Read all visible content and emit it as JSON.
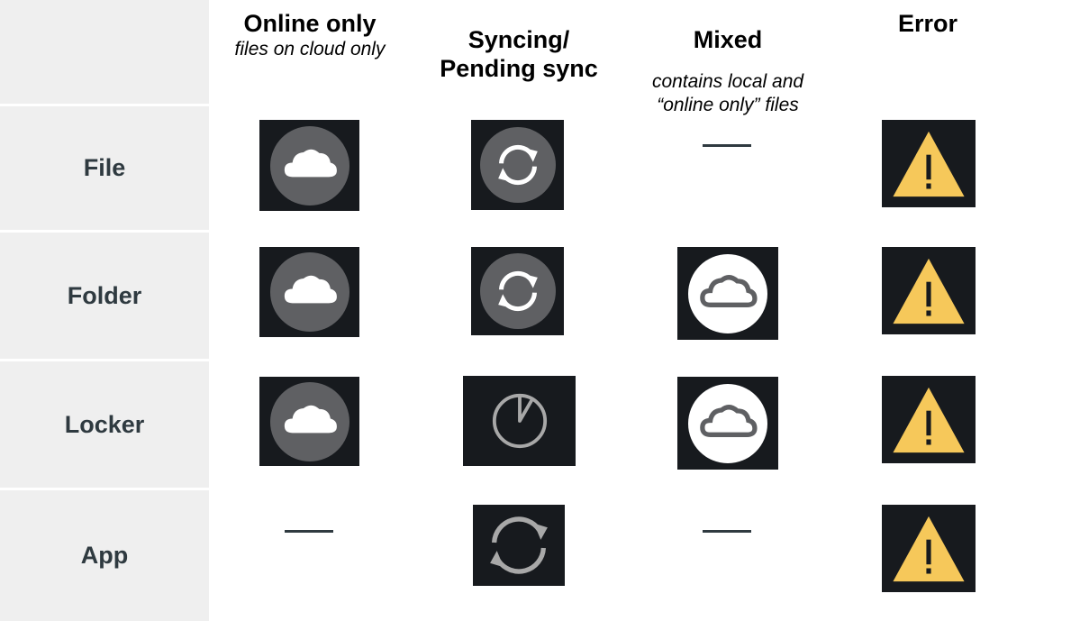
{
  "columns": [
    {
      "title": "Online only",
      "subtitle": "files on cloud only"
    },
    {
      "title": "Syncing/\nPending sync",
      "subtitle": ""
    },
    {
      "title": "Mixed",
      "subtitle": "contains local and\n“online only” files"
    },
    {
      "title": "Error",
      "subtitle": ""
    }
  ],
  "rows": [
    "File",
    "Folder",
    "Locker",
    "App"
  ],
  "cells": [
    [
      "cloud-filled-icon",
      "sync-icon",
      "none",
      "warning-icon"
    ],
    [
      "cloud-filled-icon",
      "sync-icon",
      "cloud-outline-icon",
      "warning-icon"
    ],
    [
      "cloud-filled-icon",
      "pending-clock-icon",
      "cloud-outline-icon",
      "warning-icon"
    ],
    [
      "none",
      "sync-arrows-icon",
      "none",
      "warning-icon"
    ]
  ],
  "colors": {
    "tile_background": "#171a1e",
    "icon_circle": "#5f6063",
    "warning_yellow": "#f6c85a",
    "row_header_background": "#efefef",
    "row_header_text": "#2f3a40"
  }
}
